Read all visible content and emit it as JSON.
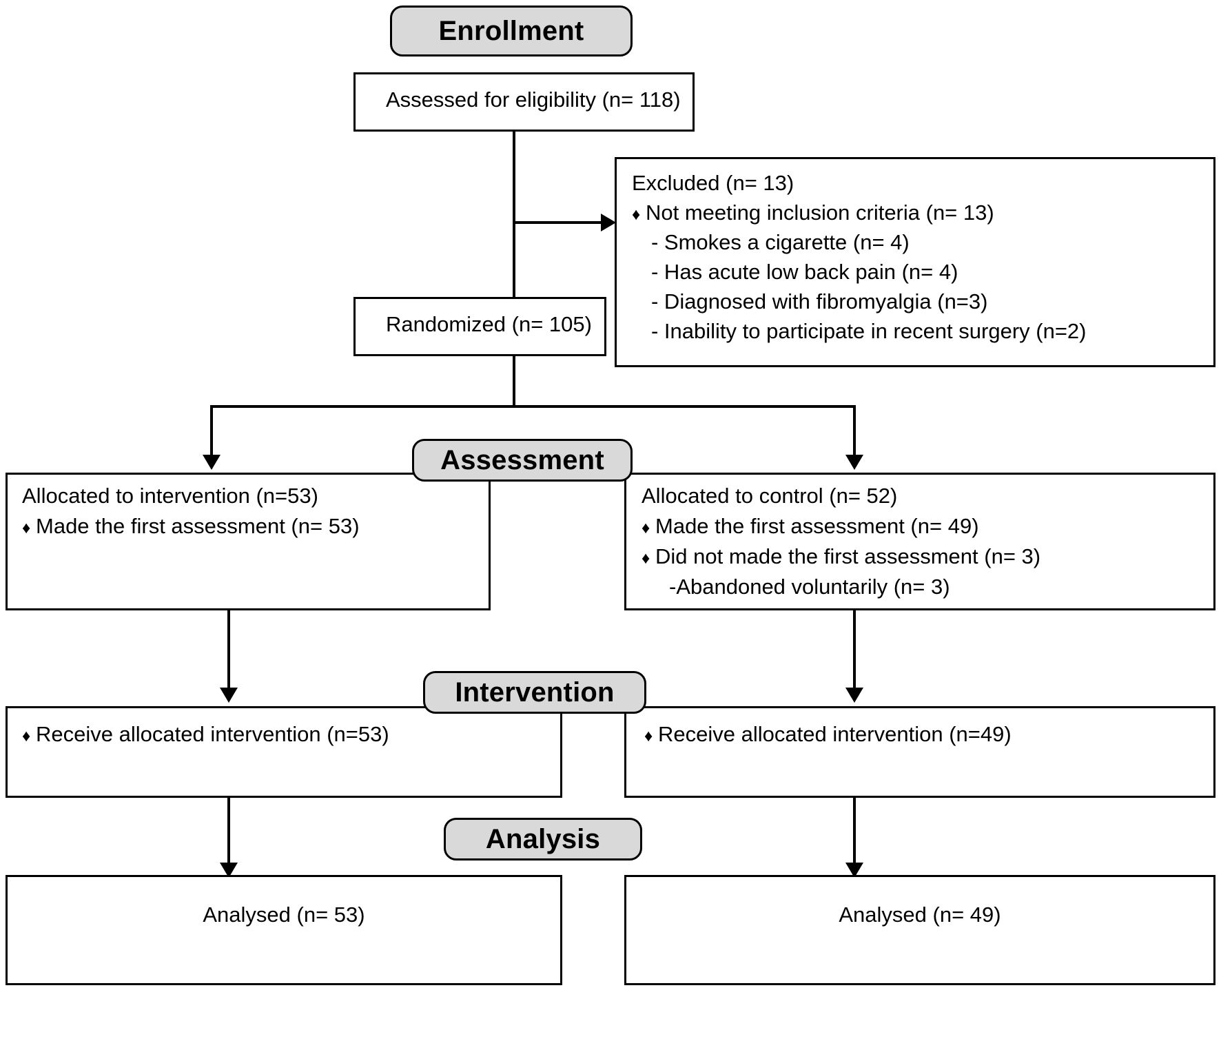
{
  "diagram": {
    "type": "consort-flow-diagram",
    "stages": [
      {
        "id": "enrollment",
        "label": "Enrollment"
      },
      {
        "id": "assessment",
        "label": "Assessment"
      },
      {
        "id": "intervention",
        "label": "Intervention"
      },
      {
        "id": "analysis",
        "label": "Analysis"
      }
    ],
    "enrollment": {
      "assessed": "Assessed for eligibility (n= 118)",
      "randomized": "Randomized (n= 105)",
      "excluded": {
        "title": "Excluded (n= 13)",
        "bullets": [
          {
            "marker": "♦",
            "text": "Not meeting inclusion criteria (n= 13)"
          }
        ],
        "subitems": [
          "- Smokes a cigarette (n= 4)",
          "- Has acute low back pain (n= 4)",
          "- Diagnosed with fibromyalgia (n=3)",
          "- Inability to participate in recent surgery (n=2)"
        ]
      }
    },
    "assessment": {
      "left": {
        "title": "Allocated to intervention (n=53)",
        "bullets": [
          {
            "marker": "♦",
            "text": "Made the first assessment (n= 53)"
          }
        ],
        "subitems": []
      },
      "right": {
        "title": "Allocated to control (n= 52)",
        "bullets": [
          {
            "marker": "♦",
            "text": "Made the first assessment (n= 49)"
          },
          {
            "marker": "♦",
            "text": "Did not made the first assessment (n= 3)"
          }
        ],
        "subitems": [
          "-Abandoned voluntarily (n= 3)"
        ]
      }
    },
    "intervention": {
      "left": {
        "bullets": [
          {
            "marker": "♦",
            "text": "Receive allocated intervention (n=53)"
          }
        ]
      },
      "right": {
        "bullets": [
          {
            "marker": "♦",
            "text": "Receive allocated intervention (n=49)"
          }
        ]
      }
    },
    "analysis": {
      "left": "Analysed (n= 53)",
      "right": "Analysed (n= 49)"
    },
    "colors": {
      "stage_fill": "#d9d9d9",
      "line": "#000000",
      "box_fill": "#ffffff"
    },
    "counts": {
      "assessed": 118,
      "excluded": 13,
      "randomized": 105,
      "allocated_intervention": 53,
      "allocated_control": 52,
      "analysed_intervention": 53,
      "analysed_control": 49
    }
  }
}
